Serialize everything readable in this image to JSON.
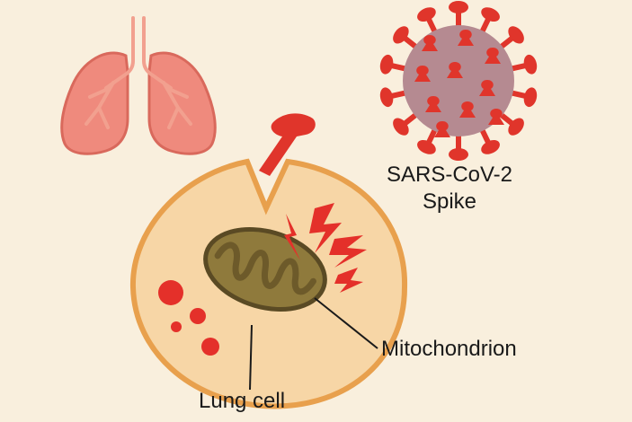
{
  "labels": {
    "virus_line1": "SARS-CoV-2",
    "virus_line2": "Spike",
    "mitochondrion": "Mitochondrion",
    "lung_cell": "Lung cell"
  },
  "colors": {
    "background": "#f9efdd",
    "lung": "#ef8a7d",
    "lung_outline": "#d9695c",
    "airway": "#f2a08f",
    "cell_fill": "#f7d6a6",
    "cell_outline": "#e8a04d",
    "mito_outer": "#5a4a24",
    "mito_fill": "#8f7a3c",
    "mito_inner": "#6d5a2a",
    "spike": "#e0352b",
    "virus_body": "#b58a91",
    "damage": "#e4302a",
    "leader_line": "#1a1a1a"
  },
  "icons": {
    "lungs": "lungs-icon",
    "virus": "virus-icon",
    "spike": "spike-protein-icon",
    "damage": "lightning-bolt-icon"
  }
}
